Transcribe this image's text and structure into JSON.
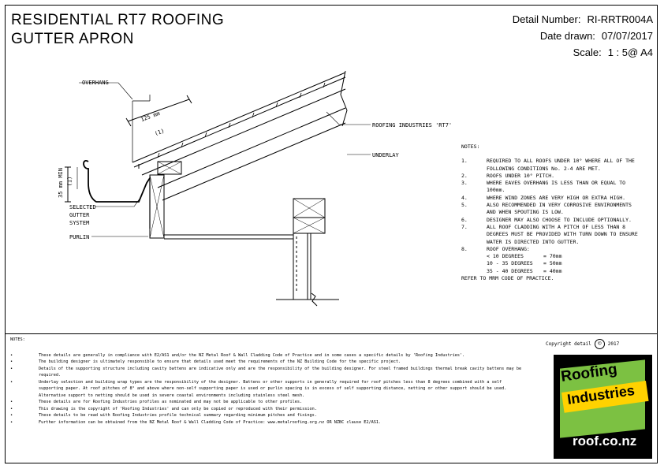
{
  "title": {
    "line1": "RESIDENTIAL RT7 ROOFING",
    "line2": "GUTTER APRON"
  },
  "meta": {
    "detail_label": "Detail Number:",
    "detail_value": "RI-RRTR004A",
    "date_label": "Date drawn:",
    "date_value": "07/07/2017",
    "scale_label": "Scale:",
    "scale_value": "1 : 5@ A4"
  },
  "labels": {
    "overhang": "OVERHANG",
    "dim_125": "125 mm",
    "dim_1a": "(1)",
    "dim_35": "35 mm MIN",
    "dim_1b": "(1)",
    "roofing": "ROOFING INDUSTRIES 'RT7'",
    "underlay": "UNDERLAY",
    "gutter1": "SELECTED",
    "gutter2": "GUTTER",
    "gutter3": "SYSTEM",
    "purlin": "PURLIN"
  },
  "notes_right": {
    "header": "NOTES:",
    "items": [
      {
        "num": "1.",
        "text": "REQUIRED TO ALL ROOFS UNDER 10° WHERE ALL OF THE FOLLOWING CONDITIONS No. 2-4 ARE MET."
      },
      {
        "num": "2.",
        "text": "ROOFS UNDER 10° PITCH."
      },
      {
        "num": "3.",
        "text": "WHERE EAVES OVERHANG IS LESS THAN OR EQUAL TO 100mm."
      },
      {
        "num": "4.",
        "text": "WHERE WIND ZONES ARE VERY HIGH OR EXTRA HIGH."
      },
      {
        "num": "5.",
        "text": "ALSO RECOMMENDED IN VERY CORROSIVE ENVIRONMENTS AND WHEN SPOUTING IS LOW."
      },
      {
        "num": "6.",
        "text": "DESIGNER MAY ALSO CHOOSE TO INCLUDE OPTIONALLY."
      },
      {
        "num": "7.",
        "text": "ALL ROOF CLADDING WITH A PITCH OF LESS THAN 8 DEGREES MUST BE PROVIDED WITH TURN DOWN TO ENSURE WATER IS DIRECTED INTO GUTTER."
      },
      {
        "num": "8.",
        "text": "ROOF OVERHANG:"
      }
    ],
    "overhang_rows": [
      {
        "a": "< 10 DEGREES",
        "b": "= 70mm"
      },
      {
        "a": "10 - 35 DEGREES",
        "b": "= 50mm"
      },
      {
        "a": "35 - 40 DEGREES",
        "b": "= 40mm"
      }
    ],
    "ref": "REFER TO MRM CODE OF PRACTICE."
  },
  "notes_bottom": {
    "header": "NOTES:",
    "items": [
      "These details are generally in compliance with E2/AS1 and/or the NZ Metal Roof & Wall Cladding Code of Practice and in some cases a specific details by 'Roofing Industries'.",
      "The building designer is ultimately responsible to ensure that details used meet the requirements of the NZ Building Code for the specific project.",
      "Details of the supporting structure including cavity battens are indicative only and are the responsibility of the building designer. For steel framed buildings thermal break cavity battens may be required.",
      "Underlay selection and building wrap types are the responsibility of the designer. Battens or other supports in generally required for roof pitches less than 8 degrees combined with a self supporting paper. At roof pitches of 8° and above where non-self supporting paper is used or purlin spacing is in excess of self supporting distance, netting or other support should be used. Alternative support to netting should be used in severe coastal environments including stainless steel mesh.",
      "These details are for Roofing Industries profiles as nominated and may not be applicable to other profiles.",
      "This drawing is the copyright of 'Roofing Industries' and can only be copied or reproduced with their permission.",
      "These details to be read with Roofing Industries profile technical summary regarding minimum pitches and fixings.",
      "Further information can be obtained from the NZ Metal Roof & Wall Cladding Code of Practice: www.metalroofing.org.nz OR NZBC clause E2/AS1."
    ]
  },
  "copyright": {
    "label": "Copyright detail",
    "symbol": "©",
    "year": "2017"
  },
  "logo": {
    "word1": "Roofing",
    "word2": "Industries",
    "url": "roof.co.nz",
    "green": "#7cc142",
    "yellow": "#ffd200"
  }
}
